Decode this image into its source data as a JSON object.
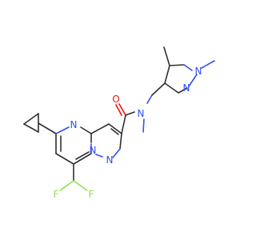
{
  "molecule": {
    "colors": {
      "carbon_bond": "#303030",
      "nitrogen": "#3050F8",
      "oxygen": "#FF0D0D",
      "fluorine": "#90E050",
      "background": "#FFFFFF"
    },
    "atom_labels": {
      "O_carbonyl": "O",
      "N_amide": "N",
      "N_pyrazole_methyl": "N",
      "N_pyrazole": "N",
      "N_pyrimidine": "N",
      "N_bridge": "N",
      "N_pyrazole_core": "N",
      "F_left": "F",
      "F_right": "F"
    }
  }
}
